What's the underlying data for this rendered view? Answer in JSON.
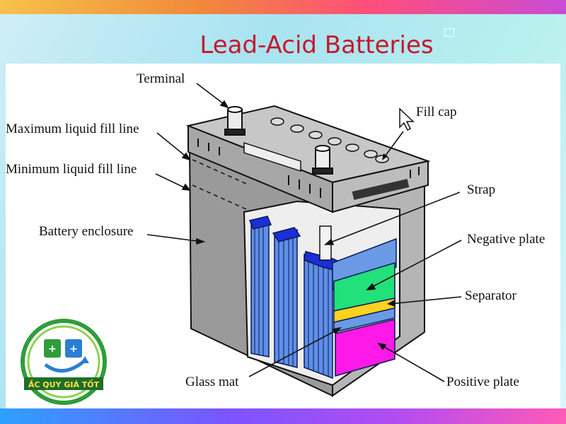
{
  "title": "Lead-Acid Batteries",
  "labels": {
    "terminal": "Terminal",
    "max_fill": "Maximum liquid fill line",
    "min_fill": "Minimum liquid fill line",
    "enclosure": "Battery enclosure",
    "glass_mat": "Glass mat",
    "fill_cap": "Fill cap",
    "strap": "Strap",
    "negative_plate": "Negative plate",
    "separator": "Separator",
    "positive_plate": "Positive plate"
  },
  "logo": {
    "text": "ẮC QUY GIÁ TỐT"
  },
  "colors": {
    "title": "#c8162a",
    "plate_blue": "#5f8fe8",
    "strap_blue": "#1c2fd6",
    "negative_green": "#22e07a",
    "separator_yellow": "#ffd21e",
    "positive_magenta": "#ff19e8"
  }
}
